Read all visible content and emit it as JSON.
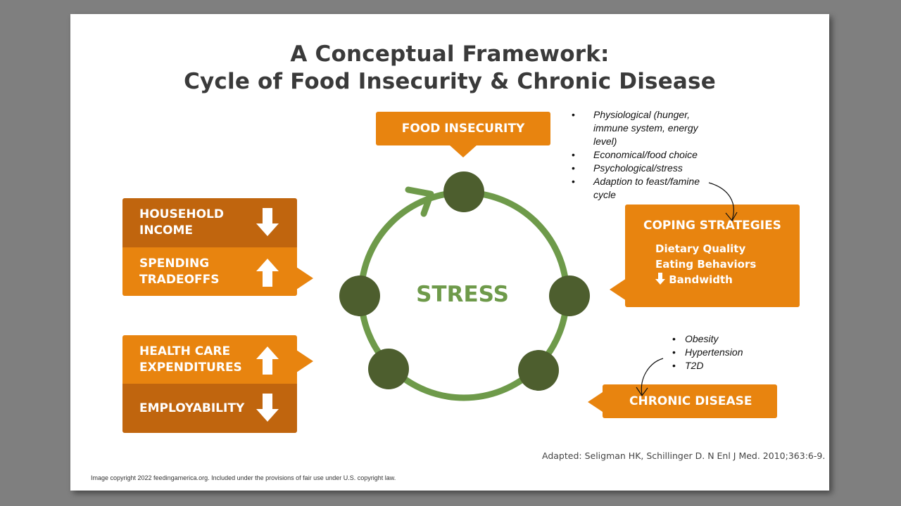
{
  "title": {
    "line1": "A Conceptual Framework:",
    "line2": "Cycle of Food Insecurity & Chronic Disease"
  },
  "center_label": "STRESS",
  "boxes": {
    "food_insecurity": "FOOD INSECURITY",
    "household_income": "HOUSEHOLD INCOME",
    "household_income_arrow": "down",
    "spending_tradeoffs": "SPENDING TRADEOFFS",
    "spending_tradeoffs_arrow": "up",
    "health_care": "HEALTH CARE EXPENDITURES",
    "health_care_arrow": "up",
    "employability": "EMPLOYABILITY",
    "employability_arrow": "down",
    "coping": {
      "title": "COPING STRATEGIES",
      "items": [
        "Dietary Quality",
        "Eating Behaviors",
        "Bandwidth"
      ],
      "bandwidth_arrow": "down"
    },
    "chronic_disease": "CHRONIC DISEASE"
  },
  "notes_coping": [
    "Physiological (hunger, immune system, energy level)",
    "Economical/food choice",
    "Psychological/stress",
    "Adaption to feast/famine cycle"
  ],
  "notes_chronic": [
    "Obesity",
    "Hypertension",
    "T2D"
  ],
  "citation": "Adapted: Seligman HK, Schillinger D. N Enl J Med. 2010;363:6-9.",
  "copyright": "Image copyright 2022 feedingamerica.org. Included under the provisions of fair use under U.S. copyright law.",
  "colors": {
    "orange": "#e8840f",
    "dark_orange": "#c0650e",
    "cycle_green": "#6e9a4a",
    "node_green": "#4d5e2e",
    "background": "#7f7f7f"
  }
}
